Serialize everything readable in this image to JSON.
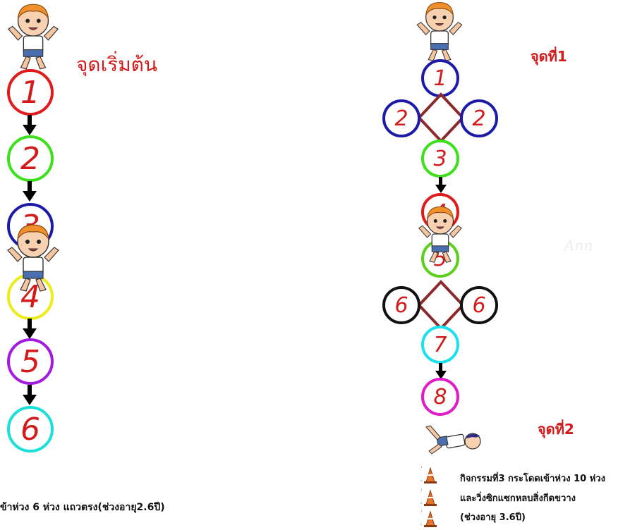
{
  "left_panel": {
    "start_label": "จุดเริ่มต้น",
    "hoops": [
      {
        "label": "1",
        "color": "#e01b1b"
      },
      {
        "label": "2",
        "color": "#3ce01b"
      },
      {
        "label": "3",
        "color": "#1b1ba8"
      },
      {
        "label": "4",
        "color": "#ecec1b"
      },
      {
        "label": "5",
        "color": "#a31be0"
      },
      {
        "label": "6",
        "color": "#1be0d8"
      }
    ],
    "caption": "ข้าห่วง 6 ห่วง แถวตรง(ช่วงอายุ2.6ปี)"
  },
  "right_panel": {
    "point1_label": "จุดที่1",
    "point2_label": "จุดที่2",
    "watermark": "Ann",
    "hoops": [
      {
        "label": "1",
        "color": "#1b1ba8"
      },
      {
        "label": "2",
        "color": "#1b1ba8"
      },
      {
        "label": "2",
        "color": "#1b1ba8"
      },
      {
        "label": "3",
        "color": "#3ce01b"
      },
      {
        "label": "4",
        "color": "#e01b1b"
      },
      {
        "label": "5",
        "color": "#5cd01b"
      },
      {
        "label": "6",
        "color": "#111111"
      },
      {
        "label": "6",
        "color": "#111111"
      },
      {
        "label": "7",
        "color": "#1be0f0"
      },
      {
        "label": "8",
        "color": "#e01bc8"
      }
    ],
    "activity_lines": [
      "กิจกรรมที่3 กระโดดเข้าห่วง 10 ห่วง",
      "และวิ่งซิกแซกหลบสิ่งกีดขวาง",
      "(ช่วงอายุ 3.6ปี)"
    ]
  },
  "colors": {
    "label_red": "#d41b1b",
    "arrow": "#000000",
    "diamond": "#8b2a2a"
  }
}
